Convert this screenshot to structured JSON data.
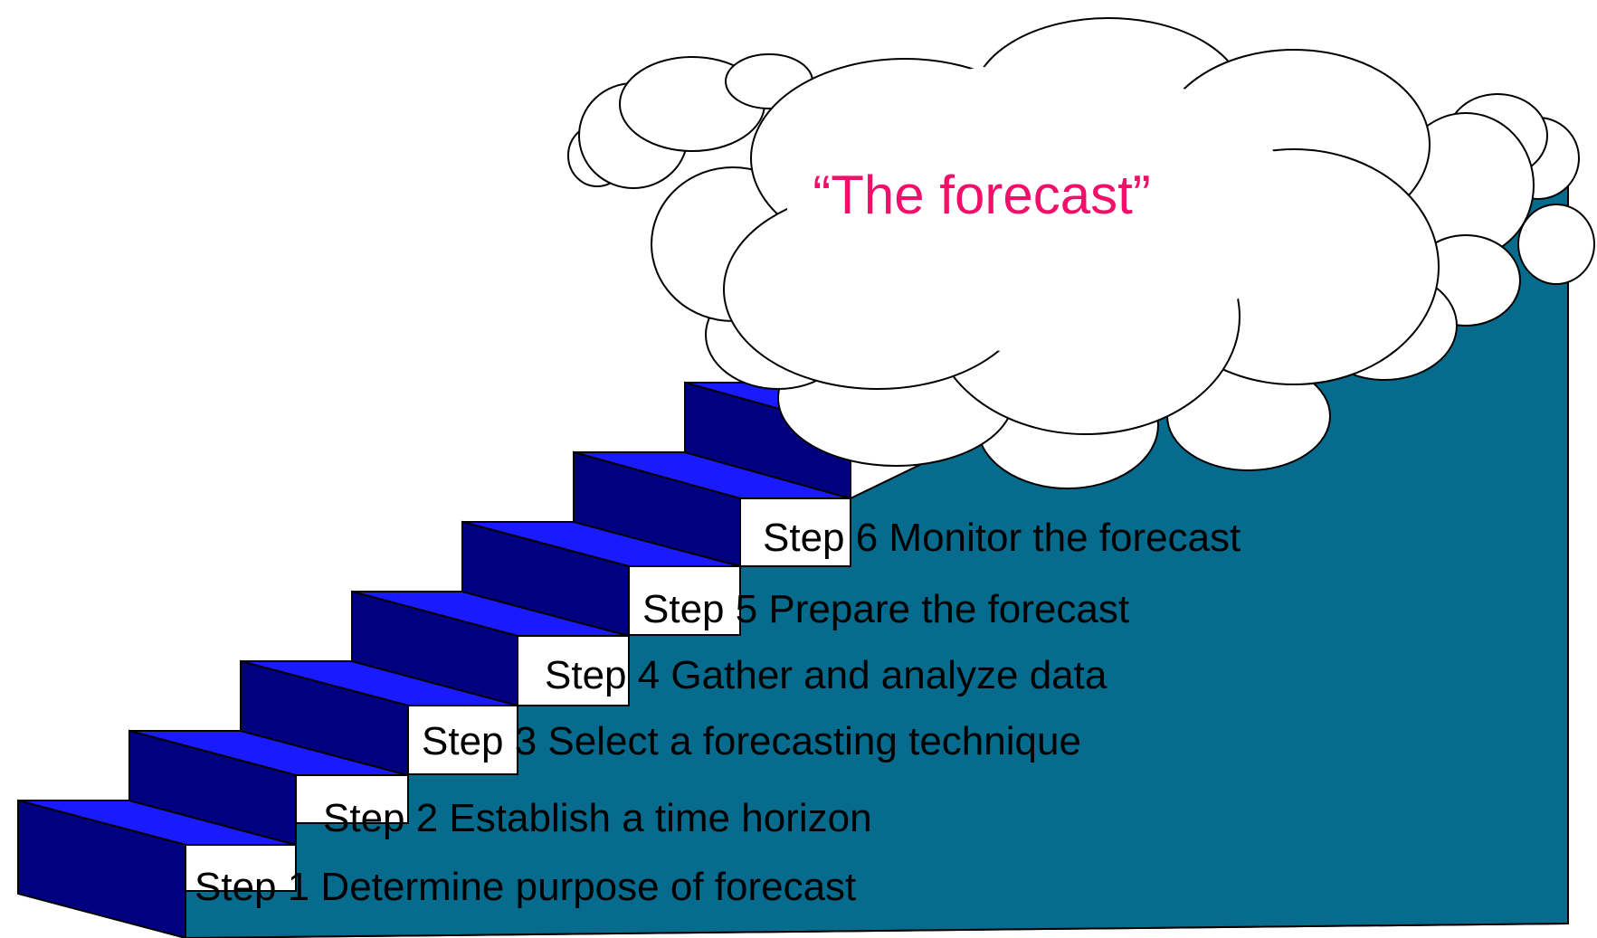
{
  "colors": {
    "wall": "#066b8c",
    "riser": "#000080",
    "tread": "#1a1aff",
    "cloud_fill": "#ffffff",
    "title": "#f0106a",
    "outline": "#000000"
  },
  "cloud": {
    "title": "“The forecast”"
  },
  "steps": [
    {
      "label": "Step 1 Determine purpose of forecast"
    },
    {
      "label": "Step 2 Establish a time horizon"
    },
    {
      "label": "Step 3 Select a forecasting technique"
    },
    {
      "label": "Step 4 Gather and analyze data"
    },
    {
      "label": "Step 5 Prepare the forecast"
    },
    {
      "label": "Step 6 Monitor the forecast"
    }
  ]
}
